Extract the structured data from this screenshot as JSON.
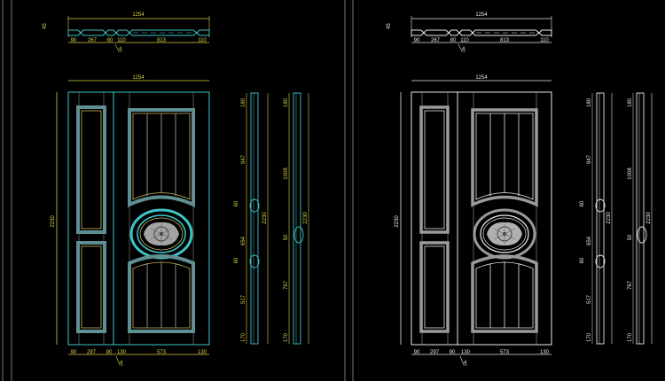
{
  "colors": {
    "background": "#000000",
    "dimension": "#d8d24a",
    "outline": "#3fc4c8",
    "panel_fill": "#5f8f92",
    "inner_line": "#c9b65a",
    "rail_lines": "#8a8a8a",
    "mono": "#e8e8e8",
    "mono_dim": "#9a9a9a",
    "frame_line": "#777777"
  },
  "drawings": [
    {
      "name": "color-version",
      "top_section": {
        "overall_width": "1254",
        "thickness": "45",
        "segments": [
          "90",
          "267",
          "80",
          "110",
          "813",
          "110"
        ],
        "offset_note": "4"
      },
      "front_elevation": {
        "overall_width": "1254",
        "overall_height": "2230",
        "bottom_segments": [
          "90",
          "297",
          "90",
          "130",
          "573",
          "130"
        ],
        "offset_note": "4"
      },
      "side_section_1": {
        "labels": [
          "180",
          "947",
          "60",
          "654",
          "60",
          "517",
          "170"
        ],
        "overall": "2230"
      },
      "side_section_2": {
        "labels": [
          "180",
          "1008",
          "50",
          "767",
          "170"
        ],
        "overall": "2230"
      }
    },
    {
      "name": "monochrome-version",
      "top_section": {
        "overall_width": "1254",
        "thickness": "45",
        "segments": [
          "90",
          "267",
          "80",
          "110",
          "813",
          "110"
        ],
        "offset_note": "4"
      },
      "front_elevation": {
        "overall_width": "1254",
        "overall_height": "2230",
        "bottom_segments": [
          "90",
          "297",
          "90",
          "130",
          "573",
          "130"
        ],
        "offset_note": "4"
      },
      "side_section_1": {
        "labels": [
          "180",
          "947",
          "60",
          "654",
          "60",
          "517",
          "170"
        ],
        "overall": "2230"
      },
      "side_section_2": {
        "labels": [
          "180",
          "1008",
          "50",
          "767",
          "170"
        ],
        "overall": "2230"
      }
    }
  ]
}
